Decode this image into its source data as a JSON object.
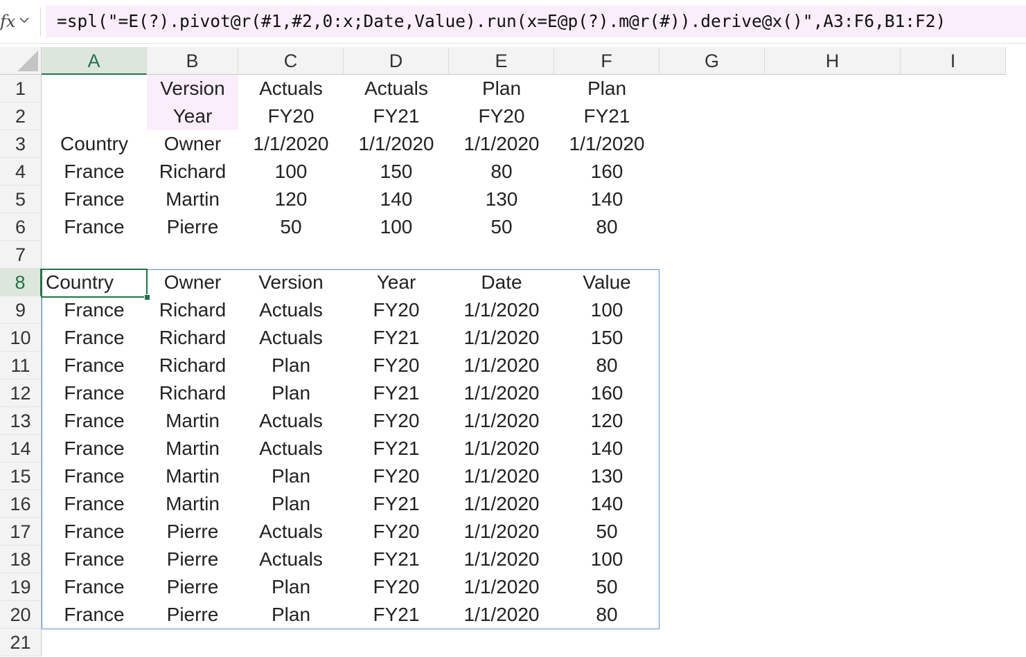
{
  "formula_bar": {
    "fx_label": "fx",
    "formula": "=spl(\"=E(?).pivot@r(#1,#2,0:x;Date,Value).run(x=E@p(?).m@r(#)).derive@x()\",A3:F6,B1:F2)"
  },
  "columns": [
    "A",
    "B",
    "C",
    "D",
    "E",
    "F",
    "G",
    "H",
    "I"
  ],
  "rows": [
    "1",
    "2",
    "3",
    "4",
    "5",
    "6",
    "7",
    "8",
    "9",
    "10",
    "11",
    "12",
    "13",
    "14",
    "15",
    "16",
    "17",
    "18",
    "19",
    "20",
    "21"
  ],
  "active_cell": "A8",
  "cells": {
    "B1": "Version",
    "C1": "Actuals",
    "D1": "Actuals",
    "E1": "Plan",
    "F1": "Plan",
    "B2": "Year",
    "C2": "FY20",
    "D2": "FY21",
    "E2": "FY20",
    "F2": "FY21",
    "A3": "Country",
    "B3": "Owner",
    "C3": "1/1/2020",
    "D3": "1/1/2020",
    "E3": "1/1/2020",
    "F3": "1/1/2020",
    "A4": "France",
    "B4": "Richard",
    "C4": "100",
    "D4": "150",
    "E4": "80",
    "F4": "160",
    "A5": "France",
    "B5": "Martin",
    "C5": "120",
    "D5": "140",
    "E5": "130",
    "F5": "140",
    "A6": "France",
    "B6": "Pierre",
    "C6": "50",
    "D6": "100",
    "E6": "50",
    "F6": "80",
    "A8": "Country",
    "B8": "Owner",
    "C8": "Version",
    "D8": "Year",
    "E8": "Date",
    "F8": "Value",
    "A9": "France",
    "B9": "Richard",
    "C9": "Actuals",
    "D9": "FY20",
    "E9": "1/1/2020",
    "F9": "100",
    "A10": "France",
    "B10": "Richard",
    "C10": "Actuals",
    "D10": "FY21",
    "E10": "1/1/2020",
    "F10": "150",
    "A11": "France",
    "B11": "Richard",
    "C11": "Plan",
    "D11": "FY20",
    "E11": "1/1/2020",
    "F11": "80",
    "A12": "France",
    "B12": "Richard",
    "C12": "Plan",
    "D12": "FY21",
    "E12": "1/1/2020",
    "F12": "160",
    "A13": "France",
    "B13": "Martin",
    "C13": "Actuals",
    "D13": "FY20",
    "E13": "1/1/2020",
    "F13": "120",
    "A14": "France",
    "B14": "Martin",
    "C14": "Actuals",
    "D14": "FY21",
    "E14": "1/1/2020",
    "F14": "140",
    "A15": "France",
    "B15": "Martin",
    "C15": "Plan",
    "D15": "FY20",
    "E15": "1/1/2020",
    "F15": "130",
    "A16": "France",
    "B16": "Martin",
    "C16": "Plan",
    "D16": "FY21",
    "E16": "1/1/2020",
    "F16": "140",
    "A17": "France",
    "B17": "Pierre",
    "C17": "Actuals",
    "D17": "FY20",
    "E17": "1/1/2020",
    "F17": "50",
    "A18": "France",
    "B18": "Pierre",
    "C18": "Actuals",
    "D18": "FY21",
    "E18": "1/1/2020",
    "F18": "100",
    "A19": "France",
    "B19": "Pierre",
    "C19": "Plan",
    "D19": "FY20",
    "E19": "1/1/2020",
    "F19": "50",
    "A20": "France",
    "B20": "Pierre",
    "C20": "Plan",
    "D20": "FY21",
    "E20": "1/1/2020",
    "F20": "80"
  },
  "colors": {
    "accent": "#217346",
    "spill_border": "#5b8fd1",
    "highlight": "#fbeefb"
  }
}
